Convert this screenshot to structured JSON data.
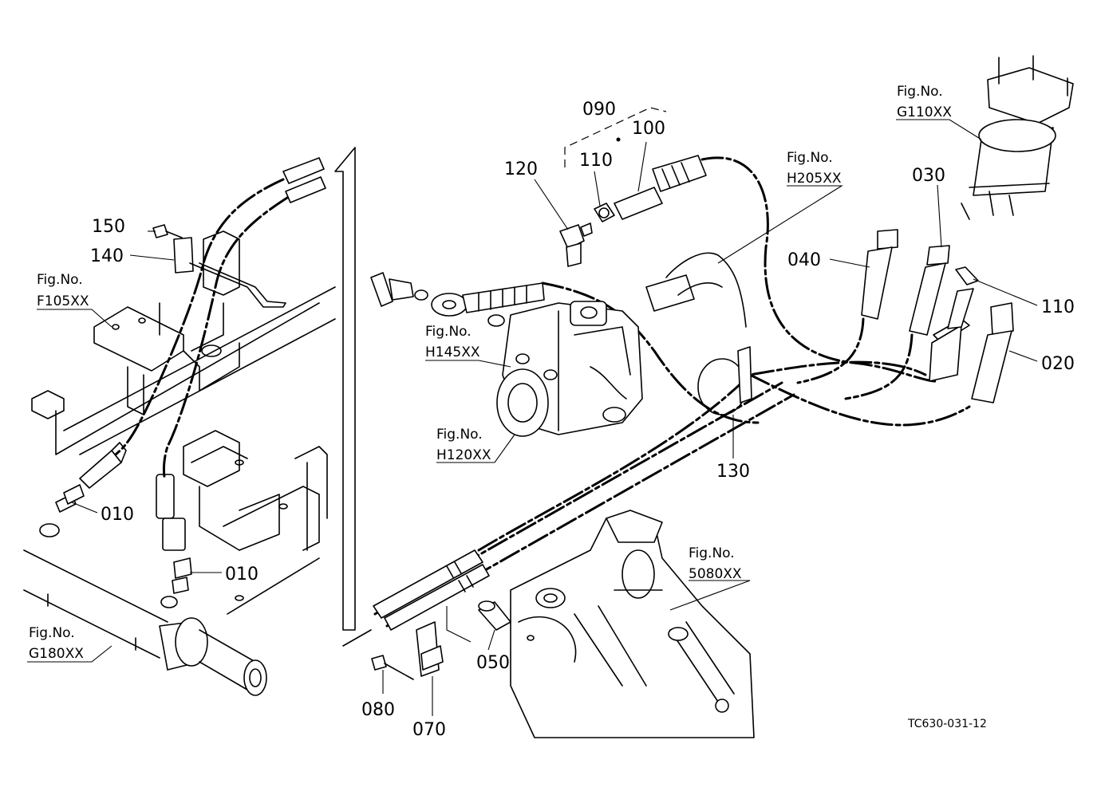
{
  "callouts": {
    "c010a": "010",
    "c010b": "010",
    "c020": "020",
    "c030": "030",
    "c040": "040",
    "c050": "050",
    "c070": "070",
    "c080": "080",
    "c090": "090",
    "c100": "100",
    "c110a": "110",
    "c110b": "110",
    "c120": "120",
    "c130": "130",
    "c140": "140",
    "c150": "150"
  },
  "fig_refs": {
    "prefix": "Fig.No.",
    "f105": "F105XX",
    "g180": "G180XX",
    "h145": "H145XX",
    "h120": "H120XX",
    "h205": "H205XX",
    "g110": "G110XX",
    "f5080": "5080XX"
  },
  "doc_id": "TC630-031-12"
}
